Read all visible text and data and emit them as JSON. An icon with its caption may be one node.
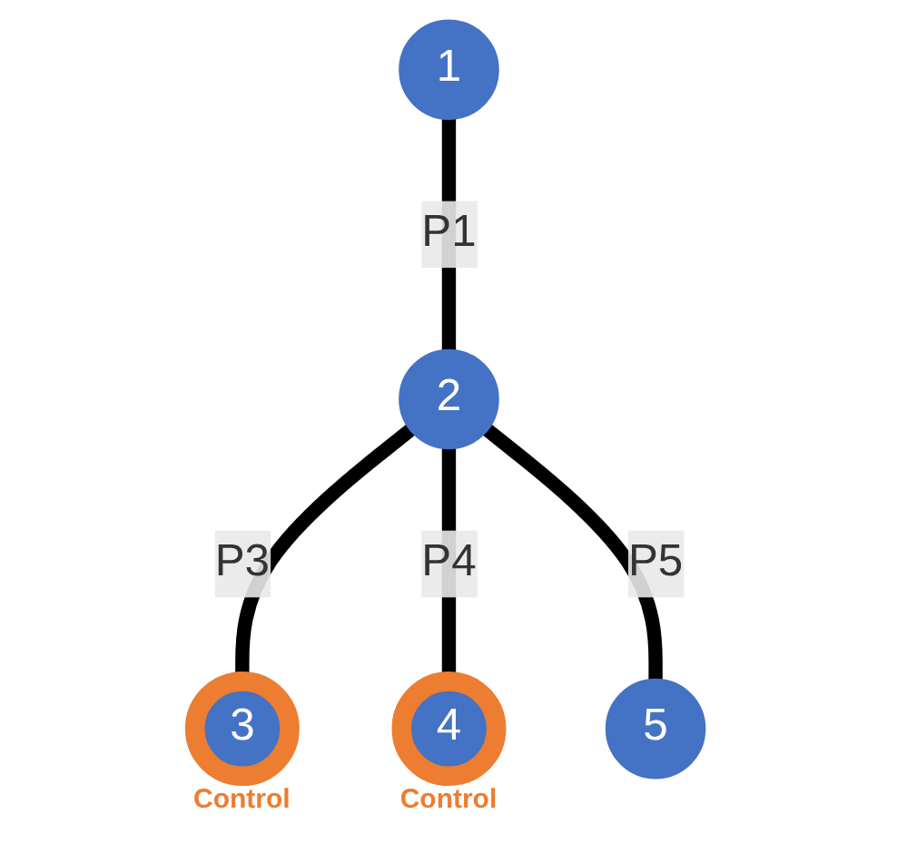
{
  "diagram": {
    "nodes": [
      {
        "text": [
          "1"
        ]
      },
      {
        "text": [
          "2"
        ]
      },
      {
        "text": [
          "3"
        ],
        "beside": [
          "Control"
        ]
      },
      {
        "text": [
          "4"
        ],
        "beside": [
          "Control"
        ]
      },
      {
        "text": [
          "5"
        ]
      }
    ],
    "edges": [
      {
        "from": 0,
        "to": 1,
        "arrow": "none",
        "label": "P1"
      },
      {
        "from": 1,
        "to": 2,
        "arrow": "none",
        "label": "P3"
      },
      {
        "from": 1,
        "to": 3,
        "arrow": "none",
        "label": "P4"
      },
      {
        "from": 1,
        "to": 4,
        "arrow": "none",
        "label": "P5"
      }
    ]
  }
}
